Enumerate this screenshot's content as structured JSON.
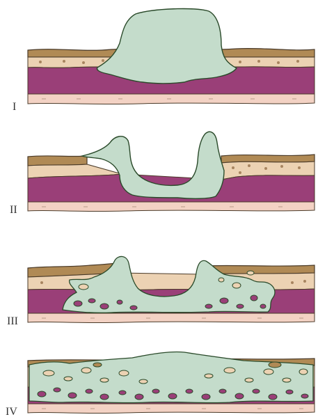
{
  "panels": [
    {
      "id": "I",
      "label": "I"
    },
    {
      "id": "II",
      "label": "II"
    },
    {
      "id": "III",
      "label": "III"
    },
    {
      "id": "IV",
      "label": "IV"
    }
  ],
  "colors": {
    "topsoil": "#b08a55",
    "beige": "#ecd2b3",
    "magenta": "#9a3f78",
    "bottom": "#f3d2c4",
    "mass": "#c4dccb",
    "outline": "#2a4a2a",
    "dot": "#a88560"
  }
}
